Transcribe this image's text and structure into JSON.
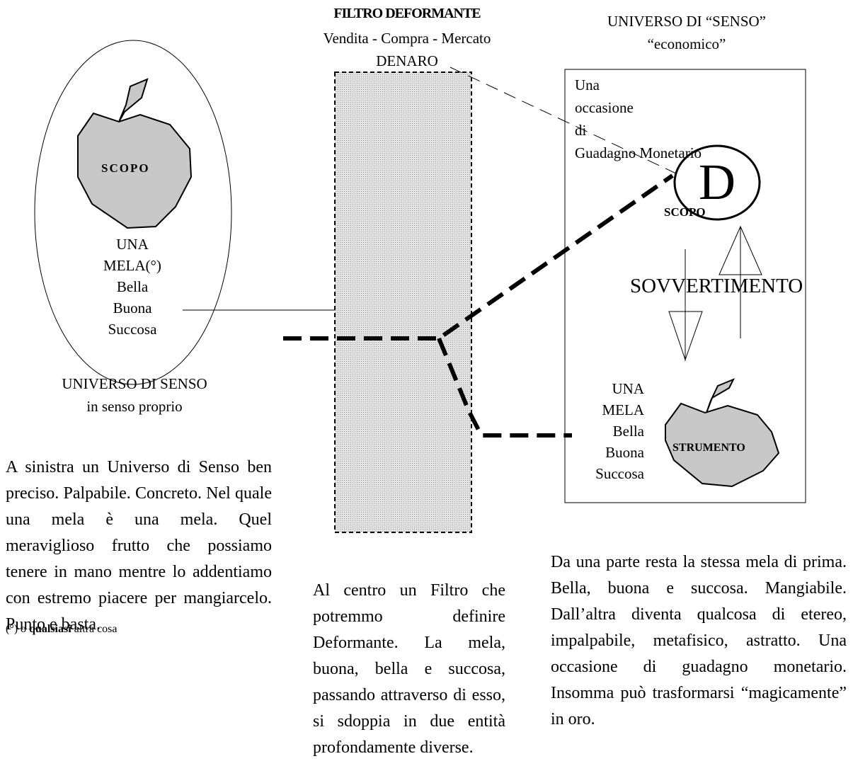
{
  "filter": {
    "title": "FILTRO DEFORMANTE",
    "subtitle": "Vendita - Compra - Mercato",
    "money": "DENARO"
  },
  "economic_universe": {
    "title_line1": "UNIVERSO DI “SENSO”",
    "title_line2": "“economico”",
    "occasion_lines": [
      "Una",
      "occasione",
      "di",
      "Guadagno Monetario"
    ],
    "money_symbol": "D",
    "goal_label": "SCOPO",
    "subversion_label": "SOVVERTIMENTO",
    "apple_lines": [
      "UNA",
      "MELA",
      "Bella",
      "Buona",
      "Succosa"
    ],
    "tool_label": "STRUMENTO"
  },
  "sense_universe": {
    "goal_label": "SCOPO",
    "apple_lines": [
      "UNA",
      "MELA(°)",
      "Bella",
      "Buona",
      "Succosa"
    ],
    "title_line1": "UNIVERSO DI SENSO",
    "title_line2": "in senso proprio"
  },
  "paragraphs": {
    "left": "A sinistra un Universo di Senso ben preciso. Palpabile. Concreto. Nel quale una mela è una mela. Quel meraviglioso frutto che possiamo tenere in mano mentre lo addentiamo con estremo piacere per mangiarcelo. Punto e basta.",
    "center": "Al centro un Filtro che potremmo definire Deformante. La mela, buona, bella e succosa, passando attraverso di esso, si sdoppia in due entità profondamente diverse.",
    "right": "Da una parte resta la stessa mela di prima. Bella, buona e succosa. Mangiabile. Dall’altra diventa qualcosa di etereo, impalpabile, metafisico, astratto. Una occasione di guadagno monetario. Insomma può trasformarsi “magicamente” in oro."
  },
  "footnote": {
    "marker": "(°) o ",
    "bold_word": "qualsiasi",
    "rest": " altra cosa"
  },
  "colors": {
    "filter_fill": "#d4d4d4",
    "apple_fill": "#c8c8c8",
    "ink": "#000000"
  }
}
